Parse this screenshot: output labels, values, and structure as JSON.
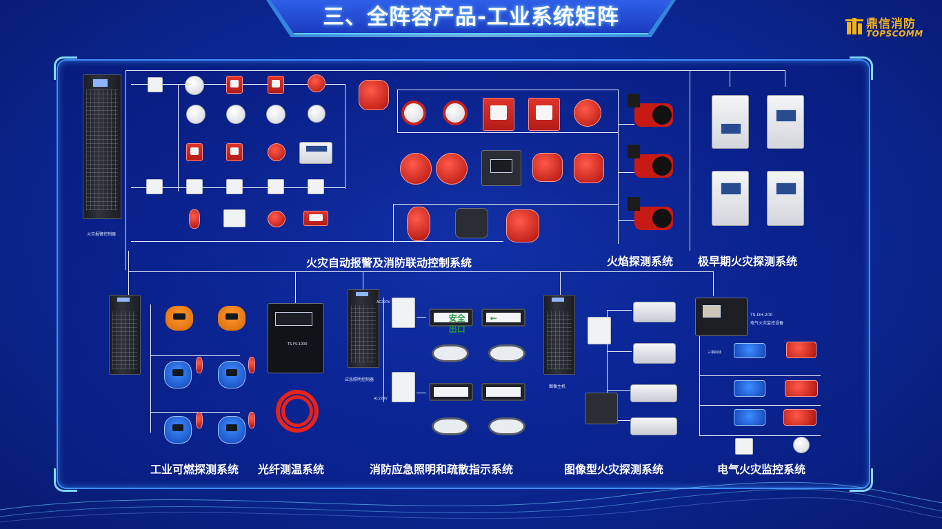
{
  "page": {
    "title": "三、全阵容产品-工业系统矩阵"
  },
  "logo": {
    "cn": "鼎信消防",
    "en": "TOPSCOMM"
  },
  "colors": {
    "background": "#0b2a9c",
    "frame": "#3f8dff",
    "accent": "#7fdcff",
    "logo": "#f6b21c",
    "device_red": "#d8261c"
  },
  "systems": {
    "fire_alarm": "火灾自动报警及消防联动控制系统",
    "flame": "火焰探测系统",
    "early_warning": "极早期火灾探测系统",
    "combustible": "工业可燃探测系统",
    "fiber": "光纤测温系统",
    "emergency_light": "消防应急照明和疏散指示系统",
    "image": "图像型火灾探测系统",
    "electrical": "电气火灾监控系统"
  },
  "labels": {
    "main_controller": "火灾报警控制器",
    "ts_dh": "TS-DH-200",
    "ts_dh_desc": "电气火灾监控设备",
    "fiber_code": "TS-FS-1000",
    "emergency_controller": "应急照明控制器",
    "ac220_top": "AC220V",
    "ac220_bottom": "AC220V",
    "image_host": "图像主机",
    "exit_text": "安全出口",
    "exit_arrow": "←",
    "three_phase": "三相四线"
  },
  "icons": {
    "main_cabinet": "cabinet-icon",
    "smoke_detector": "smoke-detector-icon",
    "manual_call_point": "manual-call-point-icon",
    "alarm_bell": "alarm-bell-icon",
    "gas_detector": "gas-detector-icon",
    "flame_detector": "flame-detector-icon",
    "camera": "camera-icon",
    "exit_sign": "exit-sign-icon",
    "fiber_cable": "fiber-cable-icon"
  }
}
